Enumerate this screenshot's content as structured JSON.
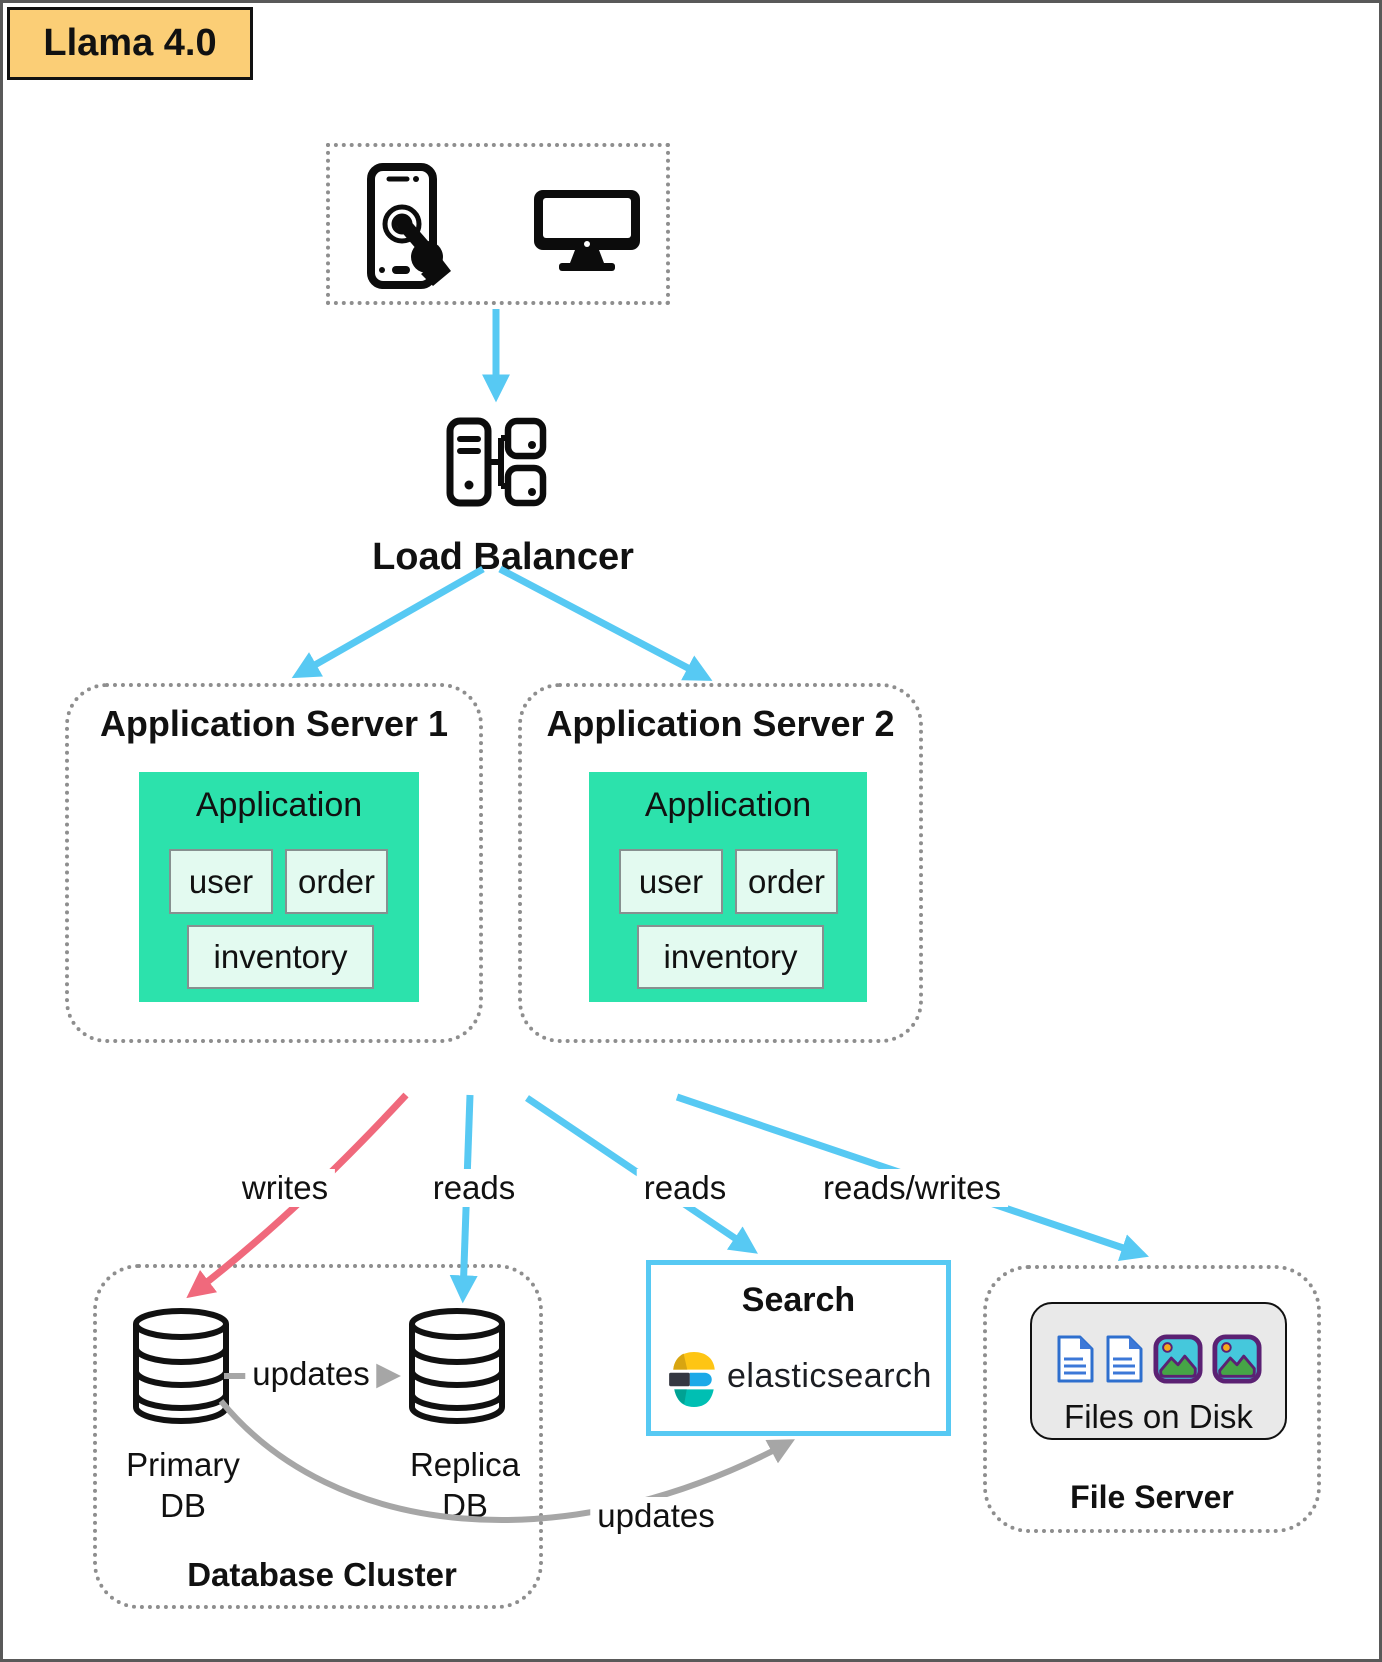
{
  "badge": {
    "label": "Llama 4.0"
  },
  "load_balancer": {
    "label": "Load Balancer"
  },
  "app_server_1": {
    "title": "Application Server 1",
    "app": "Application",
    "modules": [
      "user",
      "order",
      "inventory"
    ]
  },
  "app_server_2": {
    "title": "Application Server 2",
    "app": "Application",
    "modules": [
      "user",
      "order",
      "inventory"
    ]
  },
  "edge_labels": {
    "writes": "writes",
    "reads_db": "reads",
    "reads_search": "reads",
    "reads_writes": "reads/writes",
    "db_updates": "updates",
    "search_updates": "updates"
  },
  "database_cluster": {
    "title": "Database Cluster",
    "primary": "Primary\nDB",
    "replica": "Replica\nDB"
  },
  "search": {
    "title": "Search",
    "engine": "elasticsearch"
  },
  "file_server": {
    "title": "File Server",
    "disk_label": "Files on Disk"
  },
  "colors": {
    "arrow_blue": "#57C9F3",
    "arrow_red": "#F0697C",
    "arrow_gray": "#A6A6A6",
    "green": "#2CE2AC",
    "mint": "#E3FAF0",
    "badge_yellow": "#FBCE76",
    "search_border": "#57C9F3"
  }
}
